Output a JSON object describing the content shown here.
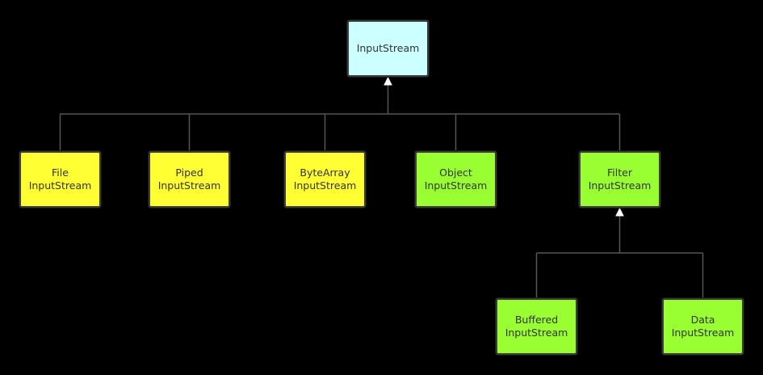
{
  "colors": {
    "background": "#000000",
    "root_fill": "#ccffff",
    "yellow_fill": "#ffff33",
    "green_fill": "#99ff33",
    "edge": "#555555",
    "arrowhead": "#ffffff"
  },
  "nodes": {
    "inputstream": {
      "line1": "InputStream",
      "line2": "",
      "fill": "#ccffff"
    },
    "file": {
      "line1": "File",
      "line2": "InputStream",
      "fill": "#ffff33"
    },
    "piped": {
      "line1": "Piped",
      "line2": "InputStream",
      "fill": "#ffff33"
    },
    "bytearray": {
      "line1": "ByteArray",
      "line2": "InputStream",
      "fill": "#ffff33"
    },
    "object": {
      "line1": "Object",
      "line2": "InputStream",
      "fill": "#99ff33"
    },
    "filter": {
      "line1": "Filter",
      "line2": "InputStream",
      "fill": "#99ff33"
    },
    "buffered": {
      "line1": "Buffered",
      "line2": "InputStream",
      "fill": "#99ff33"
    },
    "data": {
      "line1": "Data",
      "line2": "InputStream",
      "fill": "#99ff33"
    }
  },
  "edges": [
    {
      "from": "file",
      "to": "inputstream",
      "type": "inheritance"
    },
    {
      "from": "piped",
      "to": "inputstream",
      "type": "inheritance"
    },
    {
      "from": "bytearray",
      "to": "inputstream",
      "type": "inheritance"
    },
    {
      "from": "object",
      "to": "inputstream",
      "type": "inheritance"
    },
    {
      "from": "filter",
      "to": "inputstream",
      "type": "inheritance"
    },
    {
      "from": "buffered",
      "to": "filter",
      "type": "inheritance"
    },
    {
      "from": "data",
      "to": "filter",
      "type": "inheritance"
    }
  ]
}
